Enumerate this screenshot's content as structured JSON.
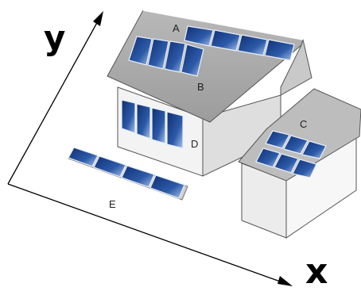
{
  "axes": {
    "y_label": "y",
    "x_label": "x"
  },
  "panel_labels": {
    "a": "A",
    "b": "B",
    "c": "C",
    "d": "D",
    "e": "E"
  },
  "colors": {
    "panel_dark": "#1d3f86",
    "panel_light": "#8fb1df",
    "roof": "#a9a9a9",
    "wall": "#f1f1f1",
    "outline": "#555555"
  }
}
